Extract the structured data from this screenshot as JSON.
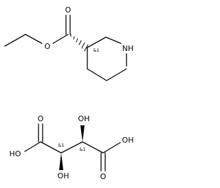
{
  "molecules": [
    {
      "id": "ethyl-nipecotate",
      "atoms": {
        "carbonyl_o": "O",
        "ester_o": "O",
        "ring_n": "NH",
        "stereo_label": "&1"
      }
    },
    {
      "id": "tartaric-acid",
      "atoms": {
        "top_left_o": "O",
        "left_oh": "HO",
        "top_oh": "OH",
        "bottom_oh": "OH",
        "top_right_o": "O",
        "right_oh": "OH",
        "stereo_left": "&1",
        "stereo_right": "&1"
      }
    }
  ],
  "colors": {
    "line": "#000000",
    "background": "#ffffff"
  }
}
